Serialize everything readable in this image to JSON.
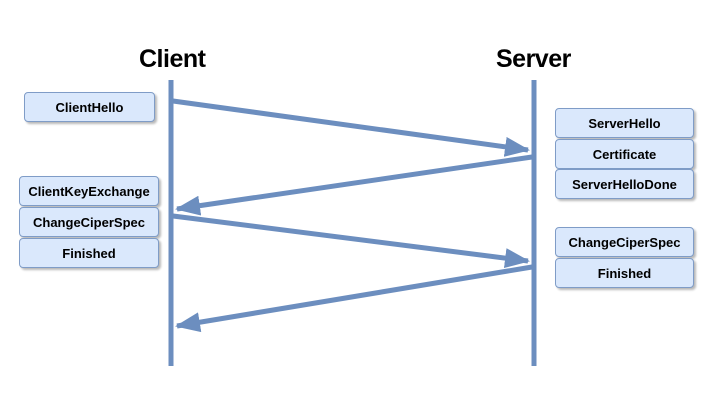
{
  "diagram": {
    "colors": {
      "line": "#6c8ebf",
      "box_fill": "#dae8fc",
      "box_border": "#7f9cc7"
    },
    "client": {
      "label": "Client",
      "messages": [
        "ClientHello",
        "ClientKeyExchange",
        "ChangeCiperSpec",
        "Finished"
      ]
    },
    "server": {
      "label": "Server",
      "messages": [
        "ServerHello",
        "Certificate",
        "ServerHelloDone",
        "ChangeCiperSpec",
        "Finished"
      ]
    }
  }
}
